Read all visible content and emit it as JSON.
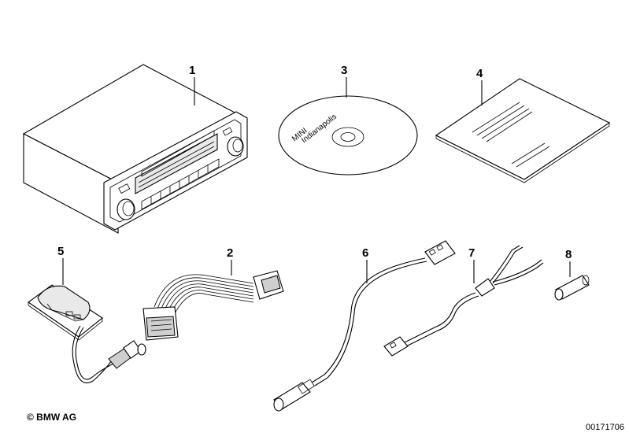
{
  "parts": [
    {
      "number": "1",
      "name": "radio-head-unit"
    },
    {
      "number": "2",
      "name": "adapter-wiring-harness"
    },
    {
      "number": "3",
      "name": "navigation-cd"
    },
    {
      "number": "4",
      "name": "instruction-manual"
    },
    {
      "number": "5",
      "name": "gps-antenna"
    },
    {
      "number": "6",
      "name": "antenna-cable"
    },
    {
      "number": "7",
      "name": "y-cable"
    },
    {
      "number": "8",
      "name": "sleeve"
    }
  ],
  "cd_label_line1": "MINI",
  "cd_label_line2": "Indianapolis",
  "copyright": "© BMW AG",
  "document_number": "00171706"
}
